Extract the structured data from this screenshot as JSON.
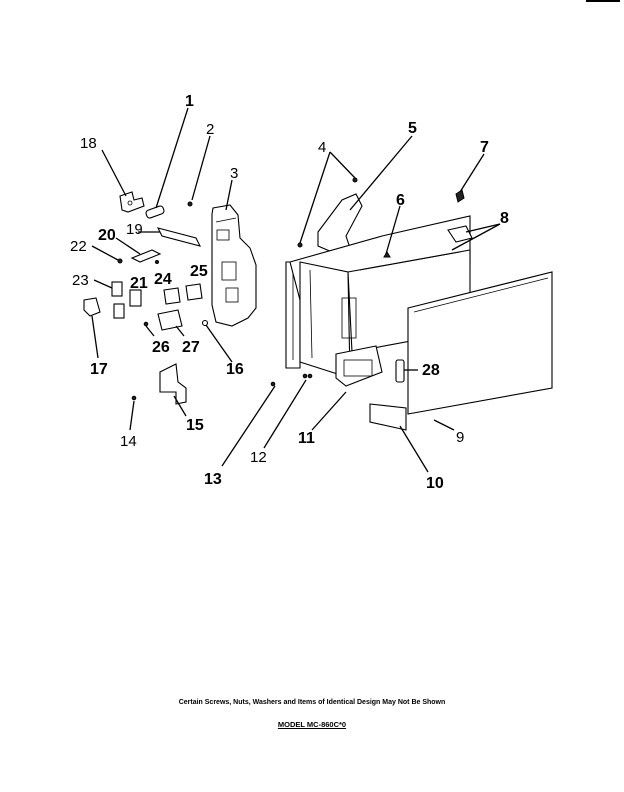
{
  "callouts": {
    "c1": "1",
    "c2": "2",
    "c3": "3",
    "c4": "4",
    "c5": "5",
    "c6": "6",
    "c7": "7",
    "c8": "8",
    "c9": "9",
    "c10": "10",
    "c11": "11",
    "c12": "12",
    "c13": "13",
    "c14": "14",
    "c15": "15",
    "c16": "16",
    "c17": "17",
    "c18": "18",
    "c19": "19",
    "c20": "20",
    "c21": "21",
    "c22": "22",
    "c23": "23",
    "c24": "24",
    "c25": "25",
    "c26": "26",
    "c27": "27",
    "c28": "28"
  },
  "footer": {
    "note": "Certain Screws, Nuts, Washers and Items of Identical Design May Not Be Shown",
    "model": "MODEL MC-860C*0"
  }
}
